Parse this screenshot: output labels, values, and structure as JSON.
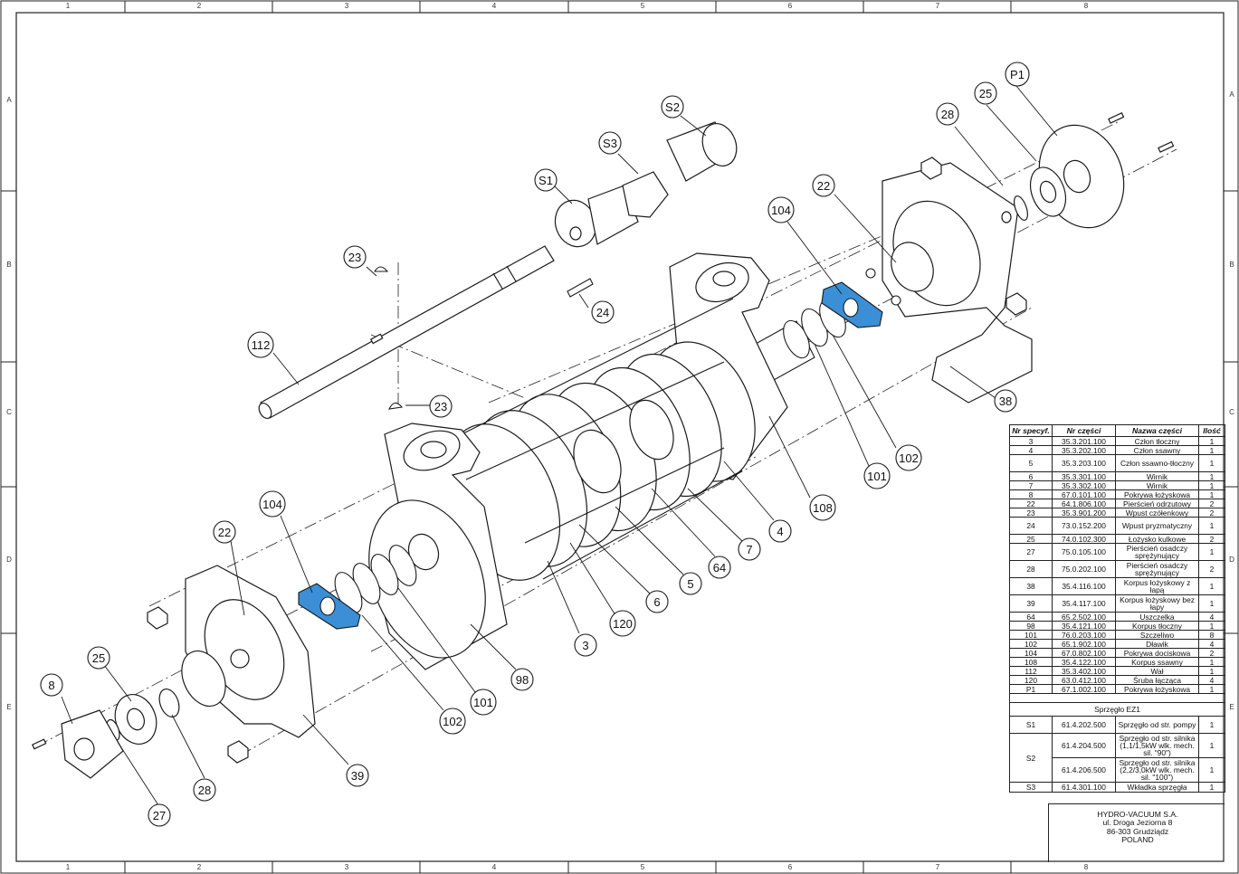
{
  "border": {
    "columns": [
      "1",
      "2",
      "3",
      "4",
      "5",
      "6",
      "7",
      "8"
    ],
    "rows": [
      "A",
      "B",
      "C",
      "D",
      "E"
    ]
  },
  "colors": {
    "highlight": "#3a8fd6",
    "line": "#1a1a1a"
  },
  "callouts": [
    {
      "label": "P1"
    },
    {
      "label": "25"
    },
    {
      "label": "28"
    },
    {
      "label": "S2"
    },
    {
      "label": "S3"
    },
    {
      "label": "S1"
    },
    {
      "label": "22"
    },
    {
      "label": "104"
    },
    {
      "label": "23"
    },
    {
      "label": "24"
    },
    {
      "label": "112"
    },
    {
      "label": "23"
    },
    {
      "label": "38"
    },
    {
      "label": "102"
    },
    {
      "label": "101"
    },
    {
      "label": "108"
    },
    {
      "label": "4"
    },
    {
      "label": "7"
    },
    {
      "label": "64"
    },
    {
      "label": "5"
    },
    {
      "label": "6"
    },
    {
      "label": "120"
    },
    {
      "label": "3"
    },
    {
      "label": "98"
    },
    {
      "label": "101"
    },
    {
      "label": "102"
    },
    {
      "label": "104"
    },
    {
      "label": "22"
    },
    {
      "label": "39"
    },
    {
      "label": "8"
    },
    {
      "label": "25"
    },
    {
      "label": "28"
    },
    {
      "label": "27"
    }
  ],
  "parts_table": {
    "headers": [
      "Nr specyf.",
      "Nr części",
      "Nazwa części",
      "Ilość"
    ],
    "rows": [
      [
        "3",
        "35.3.201.100",
        "Człon tłoczny",
        "1"
      ],
      [
        "4",
        "35.3.202.100",
        "Człon ssawny",
        "1"
      ],
      [
        "5",
        "35.3.203.100",
        "Człon ssawno-tłoczny",
        "1"
      ],
      [
        "6",
        "35.3.301.100",
        "Wirnik",
        "1"
      ],
      [
        "7",
        "35.3.302.100",
        "Wirnik",
        "1"
      ],
      [
        "8",
        "67.0.101.100",
        "Pokrywa łożyskowa",
        "1"
      ],
      [
        "22",
        "64.1.806.100",
        "Pierścień odrzutowy",
        "2"
      ],
      [
        "23",
        "35.3.901.200",
        "Wpust czółenkowy",
        "2"
      ],
      [
        "24",
        "73.0.152.200",
        "Wpust pryzmatyczny",
        "1"
      ],
      [
        "25",
        "74.0.102.300",
        "Łożysko kulkowe",
        "2"
      ],
      [
        "27",
        "75.0.105.100",
        "Pierścień osadczy sprężynujący",
        "1"
      ],
      [
        "28",
        "75.0.202.100",
        "Pierścień osadczy sprężynujący",
        "2"
      ],
      [
        "38",
        "35.4.116.100",
        "Korpus łożyskowy z łapą",
        "1"
      ],
      [
        "39",
        "35.4.117.100",
        "Korpus łożyskowy bez łapy",
        "1"
      ],
      [
        "64",
        "65.2.502.100",
        "Uszczelka",
        "4"
      ],
      [
        "98",
        "35.4.121.100",
        "Korpus tłoczny",
        "1"
      ],
      [
        "101",
        "76.0.203.100",
        "Szczeliwo",
        "8"
      ],
      [
        "102",
        "65.1.902.100",
        "Dławik",
        "4"
      ],
      [
        "104",
        "67.0.802.100",
        "Pokrywa dociskowa",
        "2"
      ],
      [
        "108",
        "35.4.122.100",
        "Korpus ssawny",
        "1"
      ],
      [
        "112",
        "35.3.402.100",
        "Wał",
        "1"
      ],
      [
        "120",
        "63.0.412.100",
        "Śruba łącząca",
        "4"
      ],
      [
        "P1",
        "67.1.002.100",
        "Pokrywa łożyskowa",
        "1"
      ]
    ],
    "coupling_title": "Sprzęgło EZ1",
    "coupling_rows": [
      {
        "spec": "S1",
        "part": "61.4.202.500",
        "name": "Sprzęgło od str. pompy",
        "qty": "1"
      },
      {
        "spec": "S2",
        "part": "61.4.204.500",
        "name": "Sprzęgło od str. silnika (1,1/1,5kW wlk. mech. sil. \"90\")",
        "qty": "1"
      },
      {
        "spec": "",
        "part": "61.4.206.500",
        "name": "Sprzęgło od str. silnika (2,2/3,0kW wlk. mech. sil. \"100\")",
        "qty": "1"
      },
      {
        "spec": "S3",
        "part": "61.4.301.100",
        "name": "Wkładka sprzęgła",
        "qty": "1"
      }
    ]
  },
  "company": {
    "name": "HYDRO-VACUUM S.A.",
    "street": "ul. Droga Jeziorna 8",
    "city": "86-303 Grudziądz",
    "country": "POLAND"
  }
}
